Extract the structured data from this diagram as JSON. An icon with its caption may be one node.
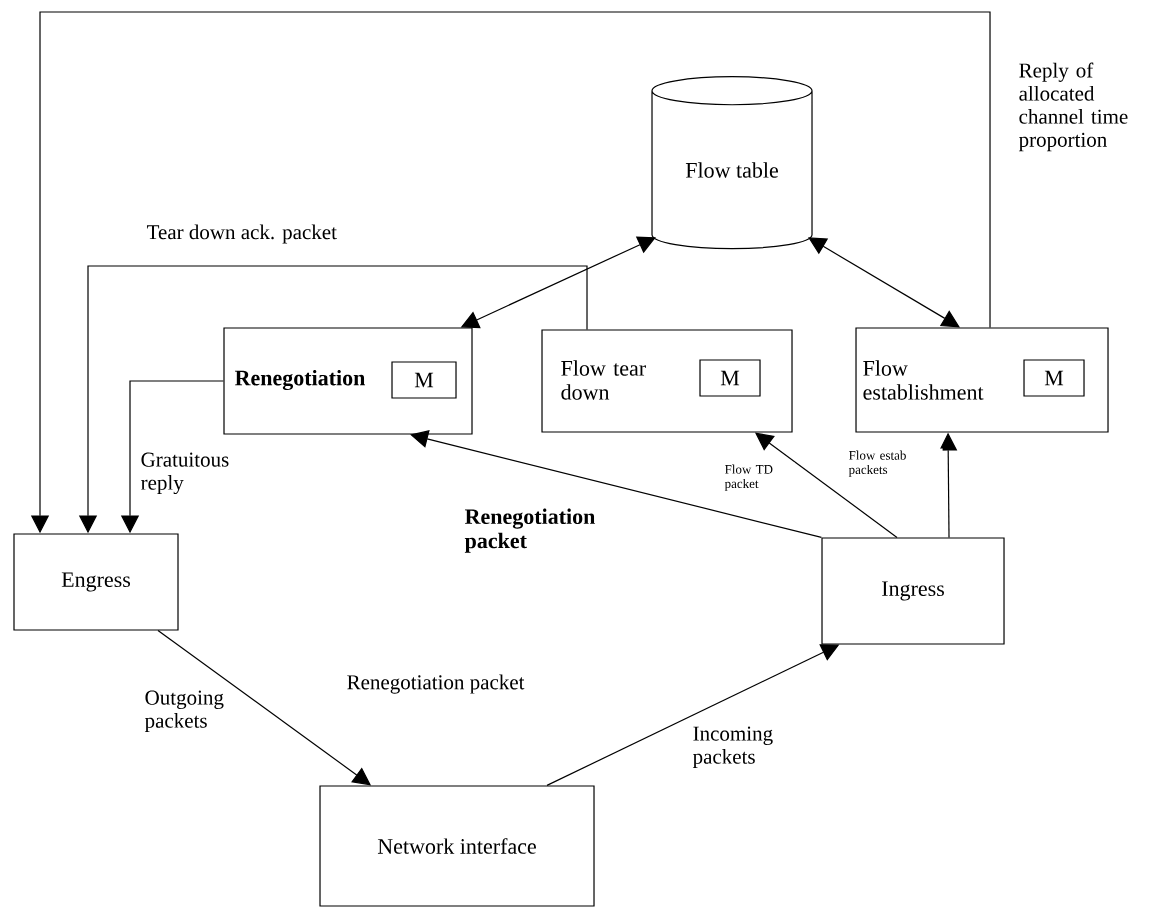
{
  "diagram": {
    "nodes": [
      {
        "text": [
          "Flow table"
        ]
      },
      {
        "text": [
          "Renegotiation"
        ]
      },
      {
        "text": [
          "M"
        ],
        "in": 1
      },
      {
        "text": [
          "Flow tear down"
        ]
      },
      {
        "text": [
          "M"
        ],
        "in": 3
      },
      {
        "text": [
          "Flow establishment"
        ]
      },
      {
        "text": [
          "M"
        ],
        "in": 5
      },
      {
        "text": [
          "Engress"
        ]
      },
      {
        "text": [
          "Ingress"
        ]
      },
      {
        "text": [
          "Network interface"
        ]
      }
    ],
    "edges": [
      {
        "from": 0,
        "to": 1,
        "arrow": "both"
      },
      {
        "from": 0,
        "to": 5,
        "arrow": "both"
      },
      {
        "from": 5,
        "to": 7,
        "arrow": "to",
        "label": "Reply of allocated channel time proportion"
      },
      {
        "from": 3,
        "to": 7,
        "arrow": "to",
        "label": "Tear down ack. packet"
      },
      {
        "from": 1,
        "to": 7,
        "arrow": "to",
        "label": "Gratuitous reply"
      },
      {
        "from": 8,
        "to": 1,
        "arrow": "to",
        "label": "Renegotiation packet"
      },
      {
        "from": 8,
        "to": 3,
        "arrow": "to",
        "label": "Flow TD packet"
      },
      {
        "from": 8,
        "to": 5,
        "arrow": "to",
        "label": "Flow estab packets"
      },
      {
        "from": 7,
        "to": 9,
        "arrow": "to",
        "label": "Outgoing packets"
      },
      {
        "from": 9,
        "to": 8,
        "arrow": "to",
        "label": "Incoming packets"
      }
    ],
    "labels": [
      "Renegotiation packet"
    ]
  }
}
